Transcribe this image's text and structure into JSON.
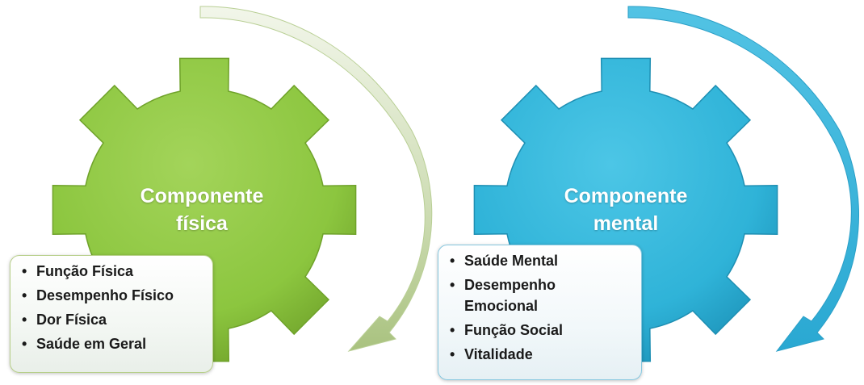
{
  "colors": {
    "green_gear": "#8cc63f",
    "green_gear_dark": "#6fa22a",
    "green_arrow_light": "#e4edd5",
    "green_arrow_dark": "#a6c07a",
    "blue_gear": "#2fb3d8",
    "blue_gear_dark": "#1e8fb3",
    "blue_arrow": "#3ab6dc"
  },
  "left": {
    "title_line1": "Componente",
    "title_line2": "física",
    "items": [
      "Função Física",
      "Desempenho Físico",
      "Dor Física",
      "Saúde em Geral"
    ]
  },
  "right": {
    "title_line1": "Componente",
    "title_line2": "mental",
    "items": [
      "Saúde Mental",
      "Desempenho Emocional",
      "Função Social",
      "Vitalidade"
    ]
  }
}
